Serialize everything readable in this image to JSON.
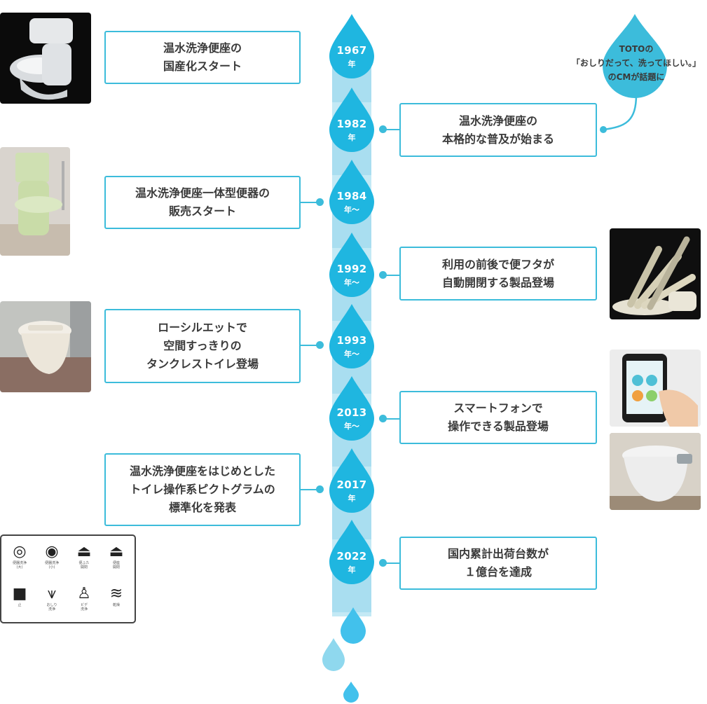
{
  "timeline": [
    {
      "year": "1967",
      "suffix": "年",
      "event": "温水洗浄便座の\n国産化スタート",
      "side": "left"
    },
    {
      "year": "1982",
      "suffix": "年",
      "event": "温水洗浄便座の\n本格的な普及が始まる",
      "side": "right"
    },
    {
      "year": "1984",
      "suffix": "年〜",
      "event": "温水洗浄便座一体型便器の\n販売スタート",
      "side": "left"
    },
    {
      "year": "1992",
      "suffix": "年〜",
      "event": "利用の前後で便フタが\n自動開閉する製品登場",
      "side": "right"
    },
    {
      "year": "1993",
      "suffix": "年〜",
      "event": "ローシルエットで\n空間すっきりの\nタンクレストイレ登場",
      "side": "left"
    },
    {
      "year": "2013",
      "suffix": "年〜",
      "event": "スマートフォンで\n操作できる製品登場",
      "side": "right"
    },
    {
      "year": "2017",
      "suffix": "年",
      "event": "温水洗浄便座をはじめとした\nトイレ操作系ピクトグラムの\n標準化を発表",
      "side": "left"
    },
    {
      "year": "2022",
      "suffix": "年",
      "event": "国内累計出荷台数が\n１億台を達成",
      "side": "right"
    }
  ],
  "cm_note": {
    "line1": "TOTOの",
    "line2": "「おしりだって、洗ってほしい。」",
    "line3": "のCMが話題に"
  },
  "pictograms": [
    {
      "icon": "spiral-large-icon",
      "symbol": "◎",
      "label": "便器洗浄\n(大)"
    },
    {
      "icon": "spiral-small-icon",
      "symbol": "◉",
      "label": "便器洗浄\n(小)"
    },
    {
      "icon": "lid-seat-open-icon",
      "symbol": "⏏",
      "label": "便ふた\n開閉"
    },
    {
      "icon": "lid-open-icon",
      "symbol": "⏏",
      "label": "便座\n開閉"
    },
    {
      "icon": "stop-icon",
      "symbol": "■",
      "label": "止"
    },
    {
      "icon": "rear-wash-icon",
      "symbol": "⩛",
      "label": "おしり\n洗浄"
    },
    {
      "icon": "bidet-wash-icon",
      "symbol": "♙",
      "label": "ビデ\n洗浄"
    },
    {
      "icon": "dry-icon",
      "symbol": "≋",
      "label": "乾燥"
    }
  ],
  "colors": {
    "accent": "#3cbcdb",
    "drop": "#1fb6e0",
    "drop_end": "#42c1ec",
    "drop_light": "#8fd8ee",
    "text": "#3a3a3a"
  }
}
